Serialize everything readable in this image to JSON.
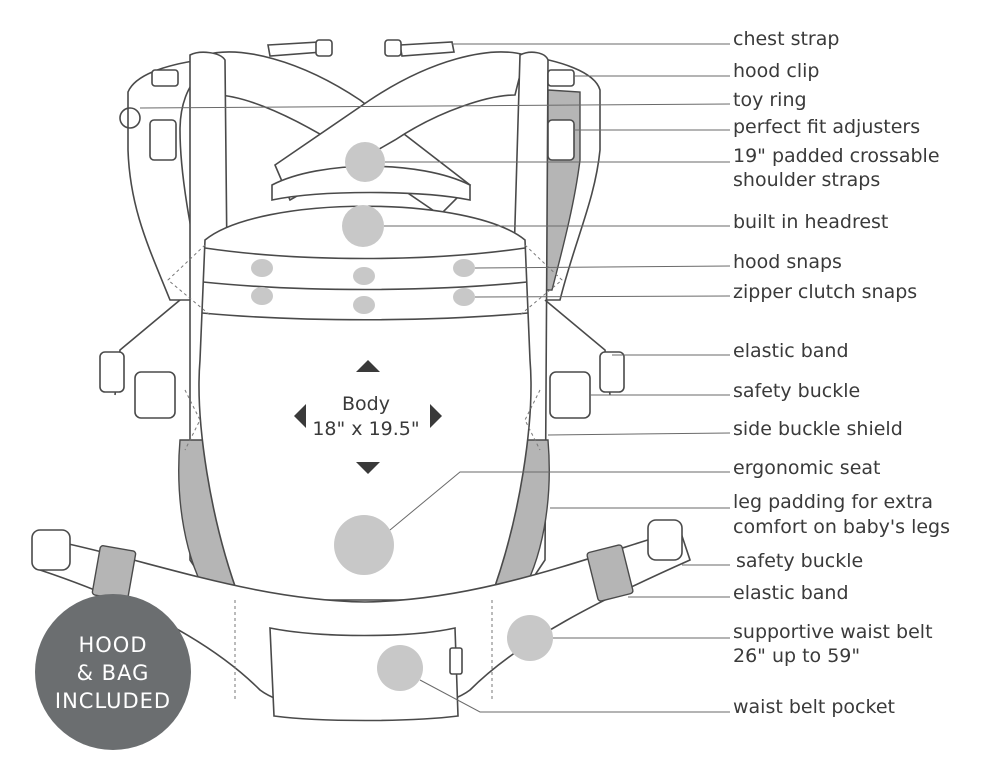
{
  "body_label": {
    "line1": "Body",
    "line2": "18\" x 19.5\""
  },
  "badge": {
    "line1": "HOOD",
    "line2": "& BAG",
    "line3": "INCLUDED",
    "color": "#6b6e70"
  },
  "callouts": [
    {
      "id": "chest-strap",
      "lines": [
        "chest strap"
      ]
    },
    {
      "id": "hood-clip",
      "lines": [
        "hood clip"
      ]
    },
    {
      "id": "toy-ring",
      "lines": [
        "toy ring"
      ]
    },
    {
      "id": "perfect-fit-adjusters",
      "lines": [
        "perfect fit adjusters"
      ]
    },
    {
      "id": "shoulder-straps",
      "lines": [
        "19\" padded crossable",
        "shoulder straps"
      ]
    },
    {
      "id": "built-in-headrest",
      "lines": [
        "built in headrest"
      ]
    },
    {
      "id": "hood-snaps",
      "lines": [
        "hood snaps"
      ]
    },
    {
      "id": "zipper-clutch-snaps",
      "lines": [
        "zipper clutch snaps"
      ]
    },
    {
      "id": "elastic-band-upper",
      "lines": [
        "elastic band"
      ]
    },
    {
      "id": "safety-buckle-upper",
      "lines": [
        "safety buckle"
      ]
    },
    {
      "id": "side-buckle-shield",
      "lines": [
        "side buckle shield"
      ]
    },
    {
      "id": "ergonomic-seat",
      "lines": [
        "ergonomic seat"
      ]
    },
    {
      "id": "leg-padding",
      "lines": [
        "leg padding for extra",
        "comfort on baby's legs"
      ]
    },
    {
      "id": "safety-buckle-lower",
      "lines": [
        "safety buckle"
      ]
    },
    {
      "id": "elastic-band-lower",
      "lines": [
        "elastic band"
      ]
    },
    {
      "id": "supportive-waist-belt",
      "lines": [
        "supportive waist belt",
        "26\" up to 59\""
      ]
    },
    {
      "id": "waist-belt-pocket",
      "lines": [
        "waist belt pocket"
      ]
    }
  ]
}
